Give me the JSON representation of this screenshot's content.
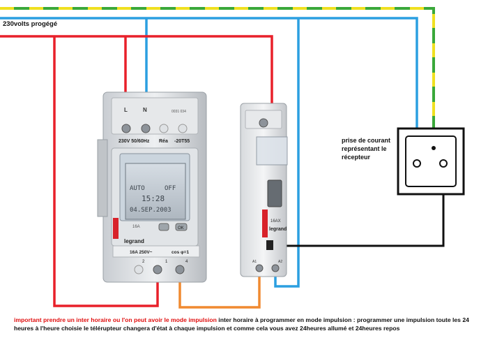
{
  "labels": {
    "supply": "230volts progégé",
    "receptacle": "prise de courant représentant le récepteur",
    "note_red": "important prendre un inter horaire ou l'on peut avoir le mode impulsion",
    "note_black": " inter horaire à programmer en mode impulsion : programmer une impulsion toute les 24 heures à l'heure choisie le télérupteur changera d'état à chaque impulsion et comme cela vous avez 24heures allumé et 24heures repos"
  },
  "timer": {
    "terminal_l": "L",
    "terminal_n": "N",
    "rating": "230V 50/60Hz",
    "ref": "Réa",
    "model": "-20T55",
    "serial": "0031 034",
    "display_mode": "AUTO",
    "display_state": "OFF",
    "display_time": "15:28",
    "display_date": "04.SEP.2003",
    "brand": "legrand",
    "contact_rating": "16A 250V~",
    "cos": "cos φ=1",
    "term_2": "2",
    "term_1": "1",
    "term_4": "4",
    "amp": "16A",
    "btn_ok": "OK"
  },
  "relay": {
    "brand": "legrand",
    "rating": "16AX",
    "term_a1": "A1",
    "term_a2": "A2"
  },
  "colors": {
    "phase": "#e8202a",
    "neutral": "#2b9fe0",
    "earth_green": "#3aa83a",
    "earth_yellow": "#f0e020",
    "switched": "#111111",
    "control": "#f08a30"
  }
}
